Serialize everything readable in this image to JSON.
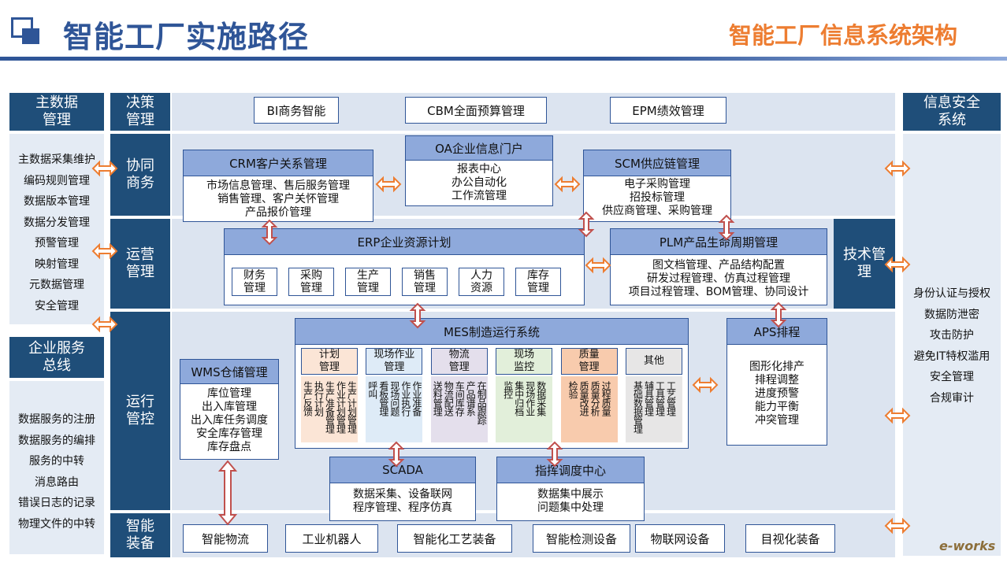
{
  "header": {
    "title": "智能工厂实施路径",
    "subtitle": "智能工厂信息系统架构"
  },
  "left": {
    "master_title": "主数据\n管理",
    "master_items": "主数据采集维护\n编码规则管理\n数据版本管理\n数据分发管理\n预警管理\n映射管理\n元数据管理\n安全管理",
    "esb_title": "企业服务\n总线",
    "esb_items": "数据服务的注册\n数据服务的编排\n服务的中转\n消息路由\n错误日志的记录\n物理文件的中转"
  },
  "right": {
    "sec_title": "信息安全\n系统",
    "sec_items": "身份认证与授权\n数据防泄密\n攻击防护\n避免IT特权滥用\n安全管理\n合规审计",
    "tech": "技术管\n理"
  },
  "rows": {
    "decision": "决策\n管理",
    "collab": "协同\n商务",
    "ops": "运营\n管理",
    "run": "运行\n管控",
    "equip": "智能\n装备"
  },
  "decision": [
    "BI商务智能",
    "CBM全面预算管理",
    "EPM绩效管理"
  ],
  "crm": {
    "title": "CRM客户关系管理",
    "body": "市场信息管理、售后服务管理\n销售管理、客户关怀管理\n产品报价管理"
  },
  "oa": {
    "title": "OA企业信息门户",
    "body": "报表中心\n办公自动化\n工作流管理"
  },
  "scm": {
    "title": "SCM供应链管理",
    "body": "电子采购管理\n招投标管理\n供应商管理、采购管理"
  },
  "erp": {
    "title": "ERP企业资源计划",
    "subs": [
      "财务\n管理",
      "采购\n管理",
      "生产\n管理",
      "销售\n管理",
      "人力\n资源",
      "库存\n管理"
    ]
  },
  "plm": {
    "title": "PLM产品生命周期管理",
    "body": "图文档管理、产品结构配置\n研发过程管理、仿真过程管理\n项目过程管理、BOM管理、协同设计"
  },
  "mes": {
    "title": "MES制造运行系统",
    "modules": [
      {
        "title": "计划\n管理",
        "cols": [
          "生产计划管理",
          "作业计划管理",
          "生产准备管理",
          "执行计划",
          "生产反馈"
        ]
      },
      {
        "title": "现场作业\n管理",
        "cols": [
          "作业准备",
          "作业执行",
          "现场问题",
          "看板管理",
          "呼叫"
        ]
      },
      {
        "title": "物流\n管理",
        "cols": [
          "在制品跟踪",
          "产品谱系",
          "车间库存",
          "物流配送",
          "送料管理"
        ]
      },
      {
        "title": "现场\n监控",
        "cols": [
          "数据采集",
          "现场作业",
          "集中归档",
          "监控"
        ]
      },
      {
        "title": "质量\n管理",
        "cols": [
          "过程质量",
          "质量分析",
          "质量改进",
          "检验"
        ]
      },
      {
        "title": "其他",
        "cols": [
          "工艺管理",
          "工具管理",
          "辅具管理",
          "基础数据管理"
        ]
      }
    ]
  },
  "aps": {
    "title": "APS排程",
    "body": "图形化排产\n排程调整\n进度预警\n能力平衡\n冲突管理"
  },
  "wms": {
    "title": "WMS仓储管理",
    "body": "库位管理\n出入库管理\n出入库任务调度\n安全库存管理\n库存盘点"
  },
  "scada": {
    "title": "SCADA",
    "body": "数据采集、设备联网\n程序管理、程序仿真"
  },
  "dispatch": {
    "title": "指挥调度中心",
    "body": "数据集中展示\n问题集中处理"
  },
  "equipment": [
    "智能物流",
    "工业机器人",
    "智能化工艺装备",
    "智能检测设备",
    "物联网设备",
    "目视化装备"
  ],
  "watermark": "e-works",
  "colors": {
    "navy": "#1F4E79",
    "header_blue": "#8EA9DB",
    "orange": "#ED7D31",
    "band": "#DCE4F0",
    "title_blue": "#2F5597"
  }
}
